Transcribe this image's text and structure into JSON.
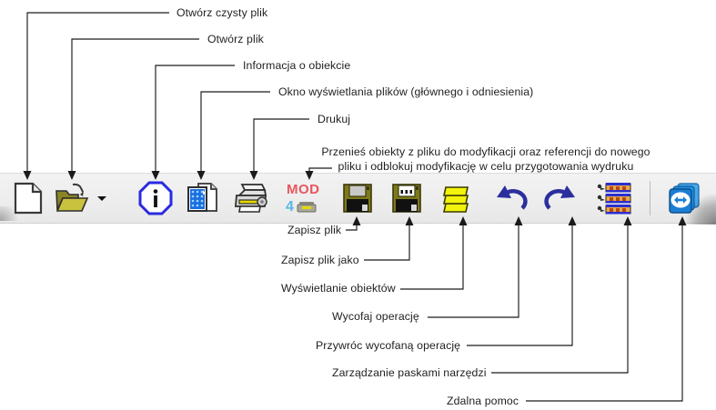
{
  "diagram": {
    "title": "Annotated toolbar reference",
    "language": "pl"
  },
  "callouts_top": [
    {
      "label": "Otwórz czysty plik",
      "icon": "new-file-icon"
    },
    {
      "label": "Otwórz plik",
      "icon": "open-folder-icon"
    },
    {
      "label": "Informacja o obiekcie",
      "icon": "object-info-icon"
    },
    {
      "label": "Okno wyświetlania plików (głównego i odniesienia)",
      "icon": "file-view-window-icon"
    },
    {
      "label": "Drukuj",
      "icon": "print-icon"
    },
    {
      "label": "Przenieś obiekty z pliku do modyfikacji  oraz referencji do nowego\npliku i odblokuj modyfikację w celu przygotowania wydruku",
      "icon": "mod-icon"
    }
  ],
  "callouts_bottom": [
    {
      "label": "Zapisz plik",
      "icon": "save-icon"
    },
    {
      "label": "Zapisz plik jako",
      "icon": "save-as-icon"
    },
    {
      "label": "Wyświetlanie obiektów",
      "icon": "layers-icon"
    },
    {
      "label": "Wycofaj operację",
      "icon": "undo-icon"
    },
    {
      "label": "Przywróc wycofaną operację",
      "icon": "redo-icon"
    },
    {
      "label": "Zarządzanie paskami narzędzi",
      "icon": "toolbars-manager-icon"
    },
    {
      "label": "Zdalna pomoc",
      "icon": "remote-help-icon"
    }
  ],
  "toolbar": {
    "buttons": [
      {
        "name": "new-file-button",
        "icon": "new-file-icon",
        "tooltip": "Otwórz czysty plik"
      },
      {
        "name": "open-file-button",
        "icon": "open-folder-icon",
        "tooltip": "Otwórz plik"
      },
      {
        "name": "open-file-dropdown",
        "icon": "chevron-down-icon",
        "tooltip": ""
      },
      {
        "name": "object-info-button",
        "icon": "object-info-icon",
        "tooltip": "Informacja o obiekcie"
      },
      {
        "name": "file-view-window-button",
        "icon": "file-view-window-icon",
        "tooltip": "Okno wyświetlania plików (głównego i odniesienia)"
      },
      {
        "name": "print-button",
        "icon": "print-icon",
        "tooltip": "Drukuj"
      },
      {
        "name": "mod-button",
        "icon": "mod-icon",
        "tooltip": "Przenieś obiekty z pliku do modyfikacji"
      },
      {
        "name": "save-button",
        "icon": "save-icon",
        "tooltip": "Zapisz plik"
      },
      {
        "name": "save-as-button",
        "icon": "save-as-icon",
        "tooltip": "Zapisz plik jako"
      },
      {
        "name": "layers-button",
        "icon": "layers-icon",
        "tooltip": "Wyświetlanie obiektów"
      },
      {
        "name": "undo-button",
        "icon": "undo-icon",
        "tooltip": "Wycofaj operację"
      },
      {
        "name": "redo-button",
        "icon": "redo-icon",
        "tooltip": "Przywróc wycofaną operację"
      },
      {
        "name": "toolbars-manager-button",
        "icon": "toolbars-manager-icon",
        "tooltip": "Zarządzanie paskami narzędzi"
      },
      {
        "name": "remote-help-button",
        "icon": "remote-help-icon",
        "tooltip": "Zdalna pomoc"
      }
    ],
    "mod_icon_text": "MOD",
    "mod_icon_digit": "4"
  },
  "colors": {
    "leader_line": "#1a1a1a",
    "text": "#1f1f1f",
    "toolbar_bg": "#efefef",
    "folder": "#8a8423",
    "folder_light": "#c9c23f",
    "info_blue": "#2a2ae0",
    "floppy": "#7d7a17",
    "layers_yellow": "#f2f20d",
    "undo_blue": "#2b2f9e",
    "mod_red": "#e8575f",
    "mod_cyan": "#59b7e0",
    "teamviewer_blue": "#1f8fe0"
  }
}
